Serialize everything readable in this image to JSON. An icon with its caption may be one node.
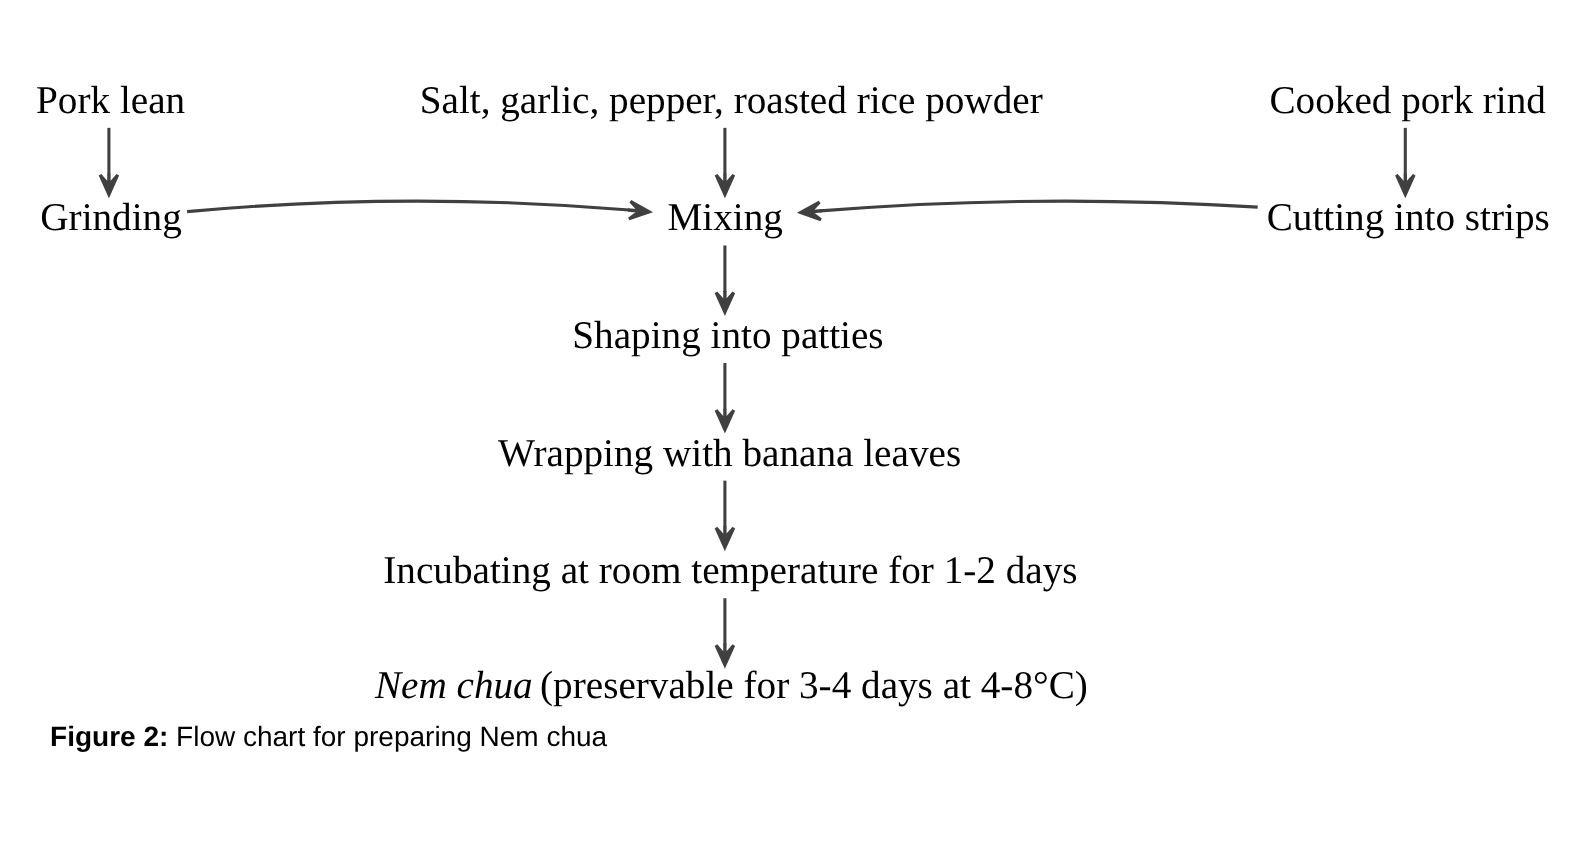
{
  "diagram": {
    "caption": "**Figure 2:** Flow chart for preparing Nem chua",
    "nodes": [
      {
        "text": [
          "Pork lean"
        ]
      },
      {
        "text": [
          "Salt, garlic, pepper, roasted rice powder"
        ]
      },
      {
        "text": [
          "Cooked pork rind"
        ]
      },
      {
        "text": [
          "Grinding"
        ]
      },
      {
        "text": [
          "Mixing"
        ]
      },
      {
        "text": [
          "Cutting into strips"
        ]
      },
      {
        "text": [
          "Shaping into patties"
        ]
      },
      {
        "text": [
          "Wrapping with banana leaves"
        ]
      },
      {
        "text": [
          "Incubating at room temperature for 1-2 days"
        ]
      },
      {
        "text": [
          "*Nem chua* (preservable for 3-4 days at 4-8°C)"
        ]
      }
    ],
    "edges": [
      {
        "from": 0,
        "to": 3,
        "arrow": "to"
      },
      {
        "from": 1,
        "to": 4,
        "arrow": "to"
      },
      {
        "from": 2,
        "to": 5,
        "arrow": "to"
      },
      {
        "from": 3,
        "to": 4,
        "arrow": "to"
      },
      {
        "from": 5,
        "to": 4,
        "arrow": "to"
      },
      {
        "from": 4,
        "to": 6,
        "arrow": "to"
      },
      {
        "from": 6,
        "to": 7,
        "arrow": "to"
      },
      {
        "from": 7,
        "to": 8,
        "arrow": "to"
      },
      {
        "from": 8,
        "to": 9,
        "arrow": "to"
      }
    ]
  }
}
